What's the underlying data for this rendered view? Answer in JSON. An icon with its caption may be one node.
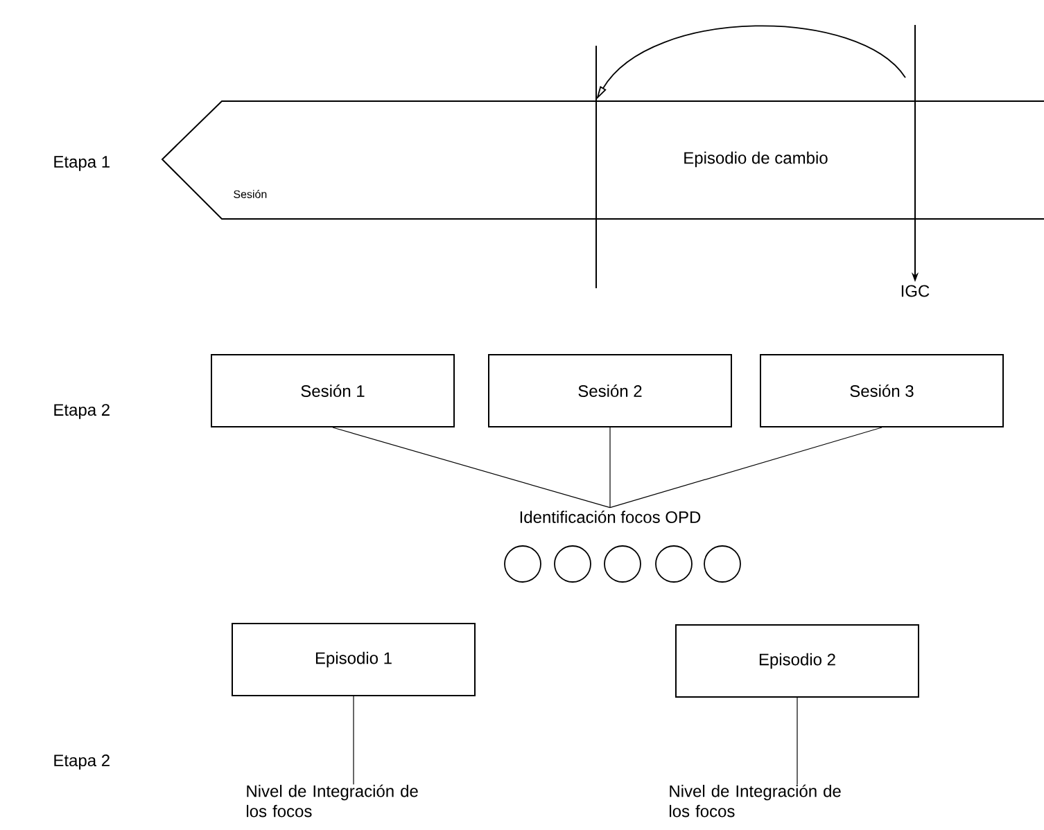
{
  "diagram": {
    "nodes": [
      {
        "text": [
          "Sesión",
          "Episodio de cambio"
        ]
      },
      {
        "text": [
          "IGC"
        ]
      },
      {
        "text": [
          "Sesión 1"
        ]
      },
      {
        "text": [
          "Sesión 2"
        ]
      },
      {
        "text": [
          "Sesión 3"
        ]
      },
      {
        "text": [
          "Identificación focos OPD"
        ]
      },
      {
        "text": [],
        "shape": "circle"
      },
      {
        "text": [],
        "shape": "circle"
      },
      {
        "text": [],
        "shape": "circle"
      },
      {
        "text": [],
        "shape": "circle"
      },
      {
        "text": [],
        "shape": "circle"
      },
      {
        "text": [
          "Episodio 1"
        ]
      },
      {
        "text": [
          "Episodio 2"
        ]
      },
      {
        "text": [
          "Nivel de Integración de los focos"
        ]
      },
      {
        "text": [
          "Nivel de Integración de los focos"
        ]
      }
    ],
    "edges": [
      {
        "from": null,
        "to": 1,
        "arrow": "to"
      },
      {
        "from": 2,
        "to": 5,
        "arrow": "none"
      },
      {
        "from": 3,
        "to": 5,
        "arrow": "none"
      },
      {
        "from": 4,
        "to": 5,
        "arrow": "none"
      },
      {
        "from": 11,
        "to": 13,
        "arrow": "none"
      },
      {
        "from": 12,
        "to": 14,
        "arrow": "none"
      }
    ],
    "labels": [
      "Etapa 1",
      "Etapa 2",
      "Etapa 2"
    ]
  }
}
